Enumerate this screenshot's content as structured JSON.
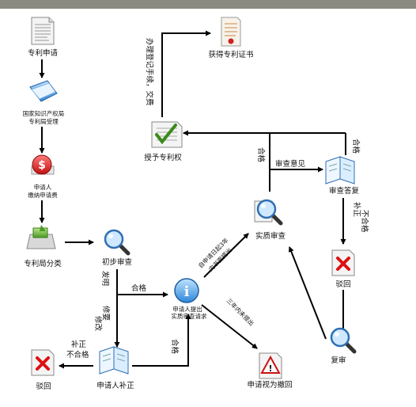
{
  "nodes": {
    "patent_application": "专利申请",
    "sipo_line1": "国家知识产权局",
    "sipo_line2": "专利局受理",
    "fee_line1": "申请人",
    "fee_line2": "缴纳申请费",
    "classification": "专利局分类",
    "preliminary_exam": "初步审查",
    "request_line1": "申请人提出",
    "request_line2": "实质审查请求",
    "substantive_exam": "实质审查",
    "applicant_supplement": "申请人补正",
    "rejection_left": "驳回",
    "deemed_withdrawn": "申请视为撤回",
    "grant_patent": "授予专利权",
    "obtain_certificate": "获得专利证书",
    "reply_exam": "审查答复",
    "rejection_right": "驳回",
    "reexamination": "复审"
  },
  "edges": {
    "register_fee": "办理登记手续，交费",
    "qualified_grant": "合格",
    "exam_opinion": "审查意见",
    "reply_qualified": "合格",
    "reply_unqualified": [
      "补正",
      "不合格"
    ],
    "discovery": "发明",
    "prelim_qualified": "合格",
    "needs_fix": [
      "修要",
      "修改"
    ],
    "supplement_unqualified": [
      "补正",
      "不合格"
    ],
    "supplement_qualified": "合格",
    "within_3y_line1": "自申请日起3年",
    "within_3y_line2": "内书面提出",
    "not_within_3y": "三年内未提出"
  }
}
